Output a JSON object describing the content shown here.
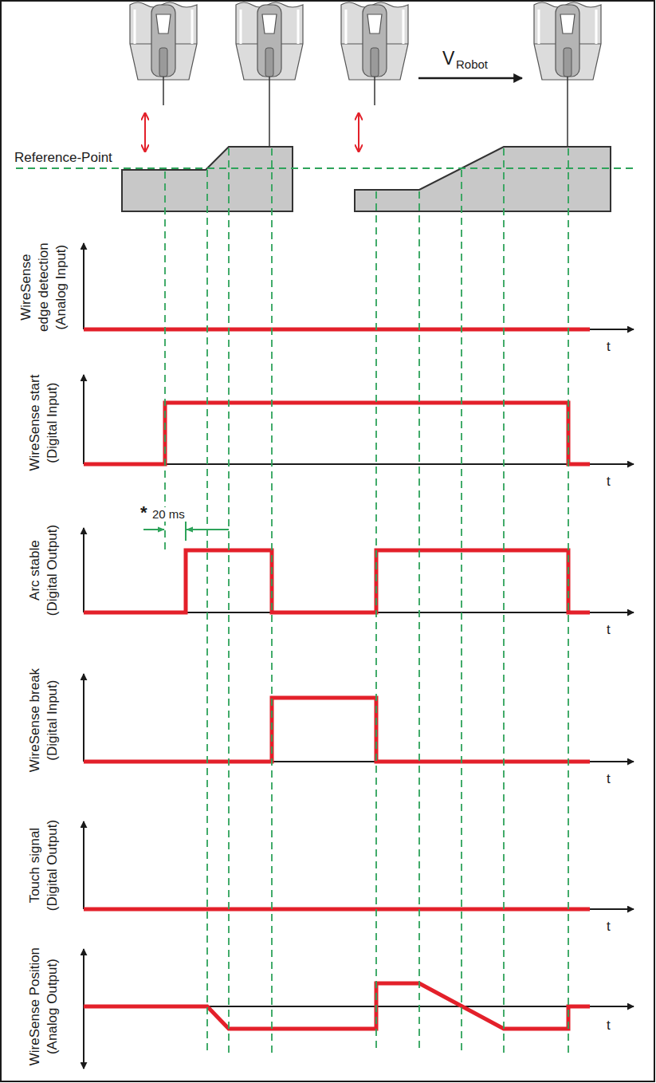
{
  "diagram": {
    "labels": [
      "Reference-Point",
      "V",
      "Robot",
      "WireSense edge detection (Analog Input)",
      "t",
      "WireSense start (Digital Input)",
      "t",
      "Arc stable (Digital Output)",
      "t",
      "WireSense break (Digital Input)",
      "t",
      "Touch signal (Digital Output)",
      "t",
      "WireSense Position (Analog Output)",
      "t",
      "*",
      "20 ms"
    ]
  }
}
